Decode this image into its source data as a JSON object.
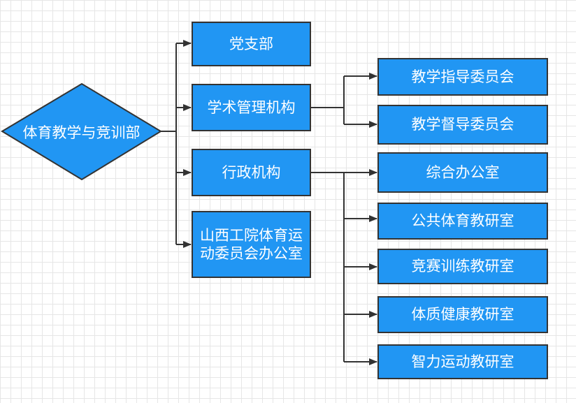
{
  "colors": {
    "node_fill": "#2196f3",
    "stroke": "#333333",
    "text": "#ffffff"
  },
  "root": {
    "label": "体育教学与竞训部"
  },
  "level1": [
    {
      "label": "党支部"
    },
    {
      "label": "学术管理机构"
    },
    {
      "label": "行政机构"
    },
    {
      "label": "山西工院体育运动委员会办公室"
    }
  ],
  "academic_children": [
    {
      "label": "教学指导委员会"
    },
    {
      "label": "教学督导委员会"
    }
  ],
  "admin_children": [
    {
      "label": "综合办公室"
    },
    {
      "label": "公共体育教研室"
    },
    {
      "label": "竞赛训练教研室"
    },
    {
      "label": "体质健康教研室"
    },
    {
      "label": "智力运动教研室"
    }
  ]
}
